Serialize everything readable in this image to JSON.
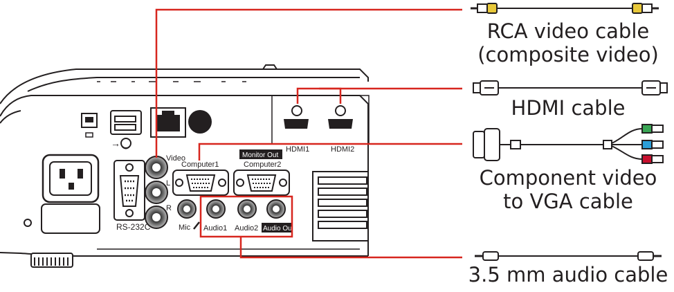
{
  "ports": {
    "video": "Video",
    "audio_l": "L",
    "audio_r": "R",
    "computer1": "Computer1",
    "monitor_out": "Monitor Out",
    "computer2": "Computer2",
    "hdmi1": "HDMI1",
    "hdmi2": "HDMI2",
    "rs232c": "RS-232C",
    "mic": "Mic",
    "audio1": "Audio1",
    "audio2": "Audio2",
    "audio_out": "Audio Out"
  },
  "cables": {
    "rca_line1": "RCA video cable",
    "rca_line2": "(composite video)",
    "hdmi": "HDMI cable",
    "component_line1": "Component video",
    "component_line2": "to VGA cable",
    "audio": "3.5 mm audio cable"
  },
  "colors": {
    "callout": "#d7261e",
    "outline": "#231f20",
    "green_plug": "#3aa655",
    "blue_plug": "#2d9fd9",
    "red_plug": "#c8102e",
    "yellow_plug": "#e8c83a"
  }
}
